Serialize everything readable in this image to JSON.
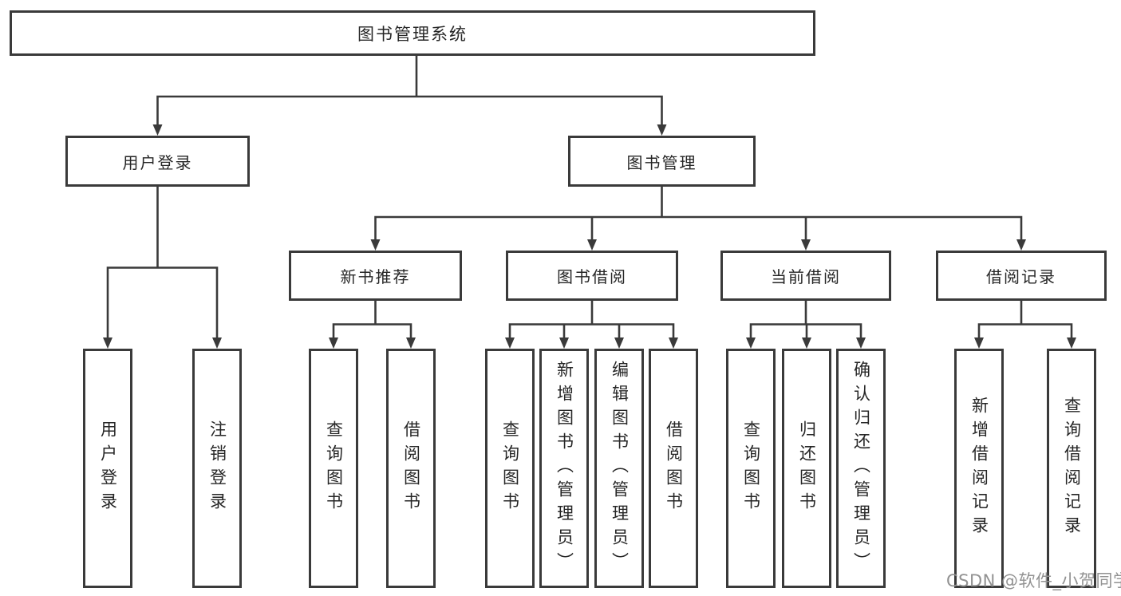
{
  "diagram_title": "图书管理系统",
  "tree": {
    "label": "图书管理系统",
    "children": [
      {
        "label": "用户登录",
        "children": [
          {
            "label": "用户登录"
          },
          {
            "label": "注销登录"
          }
        ]
      },
      {
        "label": "图书管理",
        "children": [
          {
            "label": "新书推荐",
            "children": [
              {
                "label": "查询图书"
              },
              {
                "label": "借阅图书"
              }
            ]
          },
          {
            "label": "图书借阅",
            "children": [
              {
                "label": "查询图书"
              },
              {
                "label": "新增图书（管理员）"
              },
              {
                "label": "编辑图书（管理员）"
              },
              {
                "label": "借阅图书"
              }
            ]
          },
          {
            "label": "当前借阅",
            "children": [
              {
                "label": "查询图书"
              },
              {
                "label": "归还图书"
              },
              {
                "label": "确认归还（管理员）"
              }
            ]
          },
          {
            "label": "借阅记录",
            "children": [
              {
                "label": "新增借阅记录"
              },
              {
                "label": "查询借阅记录"
              }
            ]
          }
        ]
      }
    ]
  },
  "watermark": "CSDN @软件_小贺同学",
  "colors": {
    "line": "#3a3a3a",
    "text": "#262626",
    "watermark": "#929292",
    "background": "#ffffff"
  }
}
